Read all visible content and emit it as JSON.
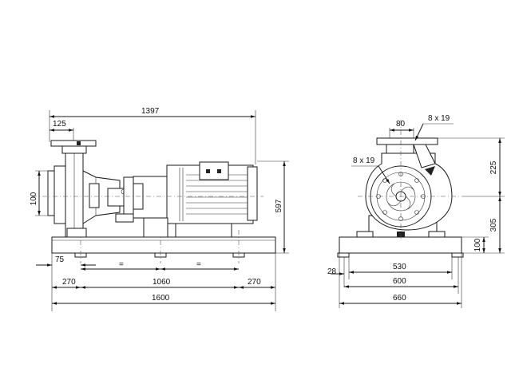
{
  "side_view": {
    "dim_1397": "1397",
    "dim_125": "125",
    "dim_100": "100",
    "dim_597": "597",
    "dim_75": "75",
    "dim_eq_1": "=",
    "dim_eq_2": "=",
    "dim_270_left": "270",
    "dim_1060": "1060",
    "dim_270_right": "270",
    "dim_1600": "1600"
  },
  "front_view": {
    "dim_80": "80",
    "dim_8x19_top": "8 x 19",
    "dim_8x19_left": "8 x 19",
    "dim_225": "225",
    "dim_305": "305",
    "dim_100": "100",
    "dim_530": "530",
    "dim_28": "28",
    "dim_600": "600",
    "dim_660": "660"
  }
}
